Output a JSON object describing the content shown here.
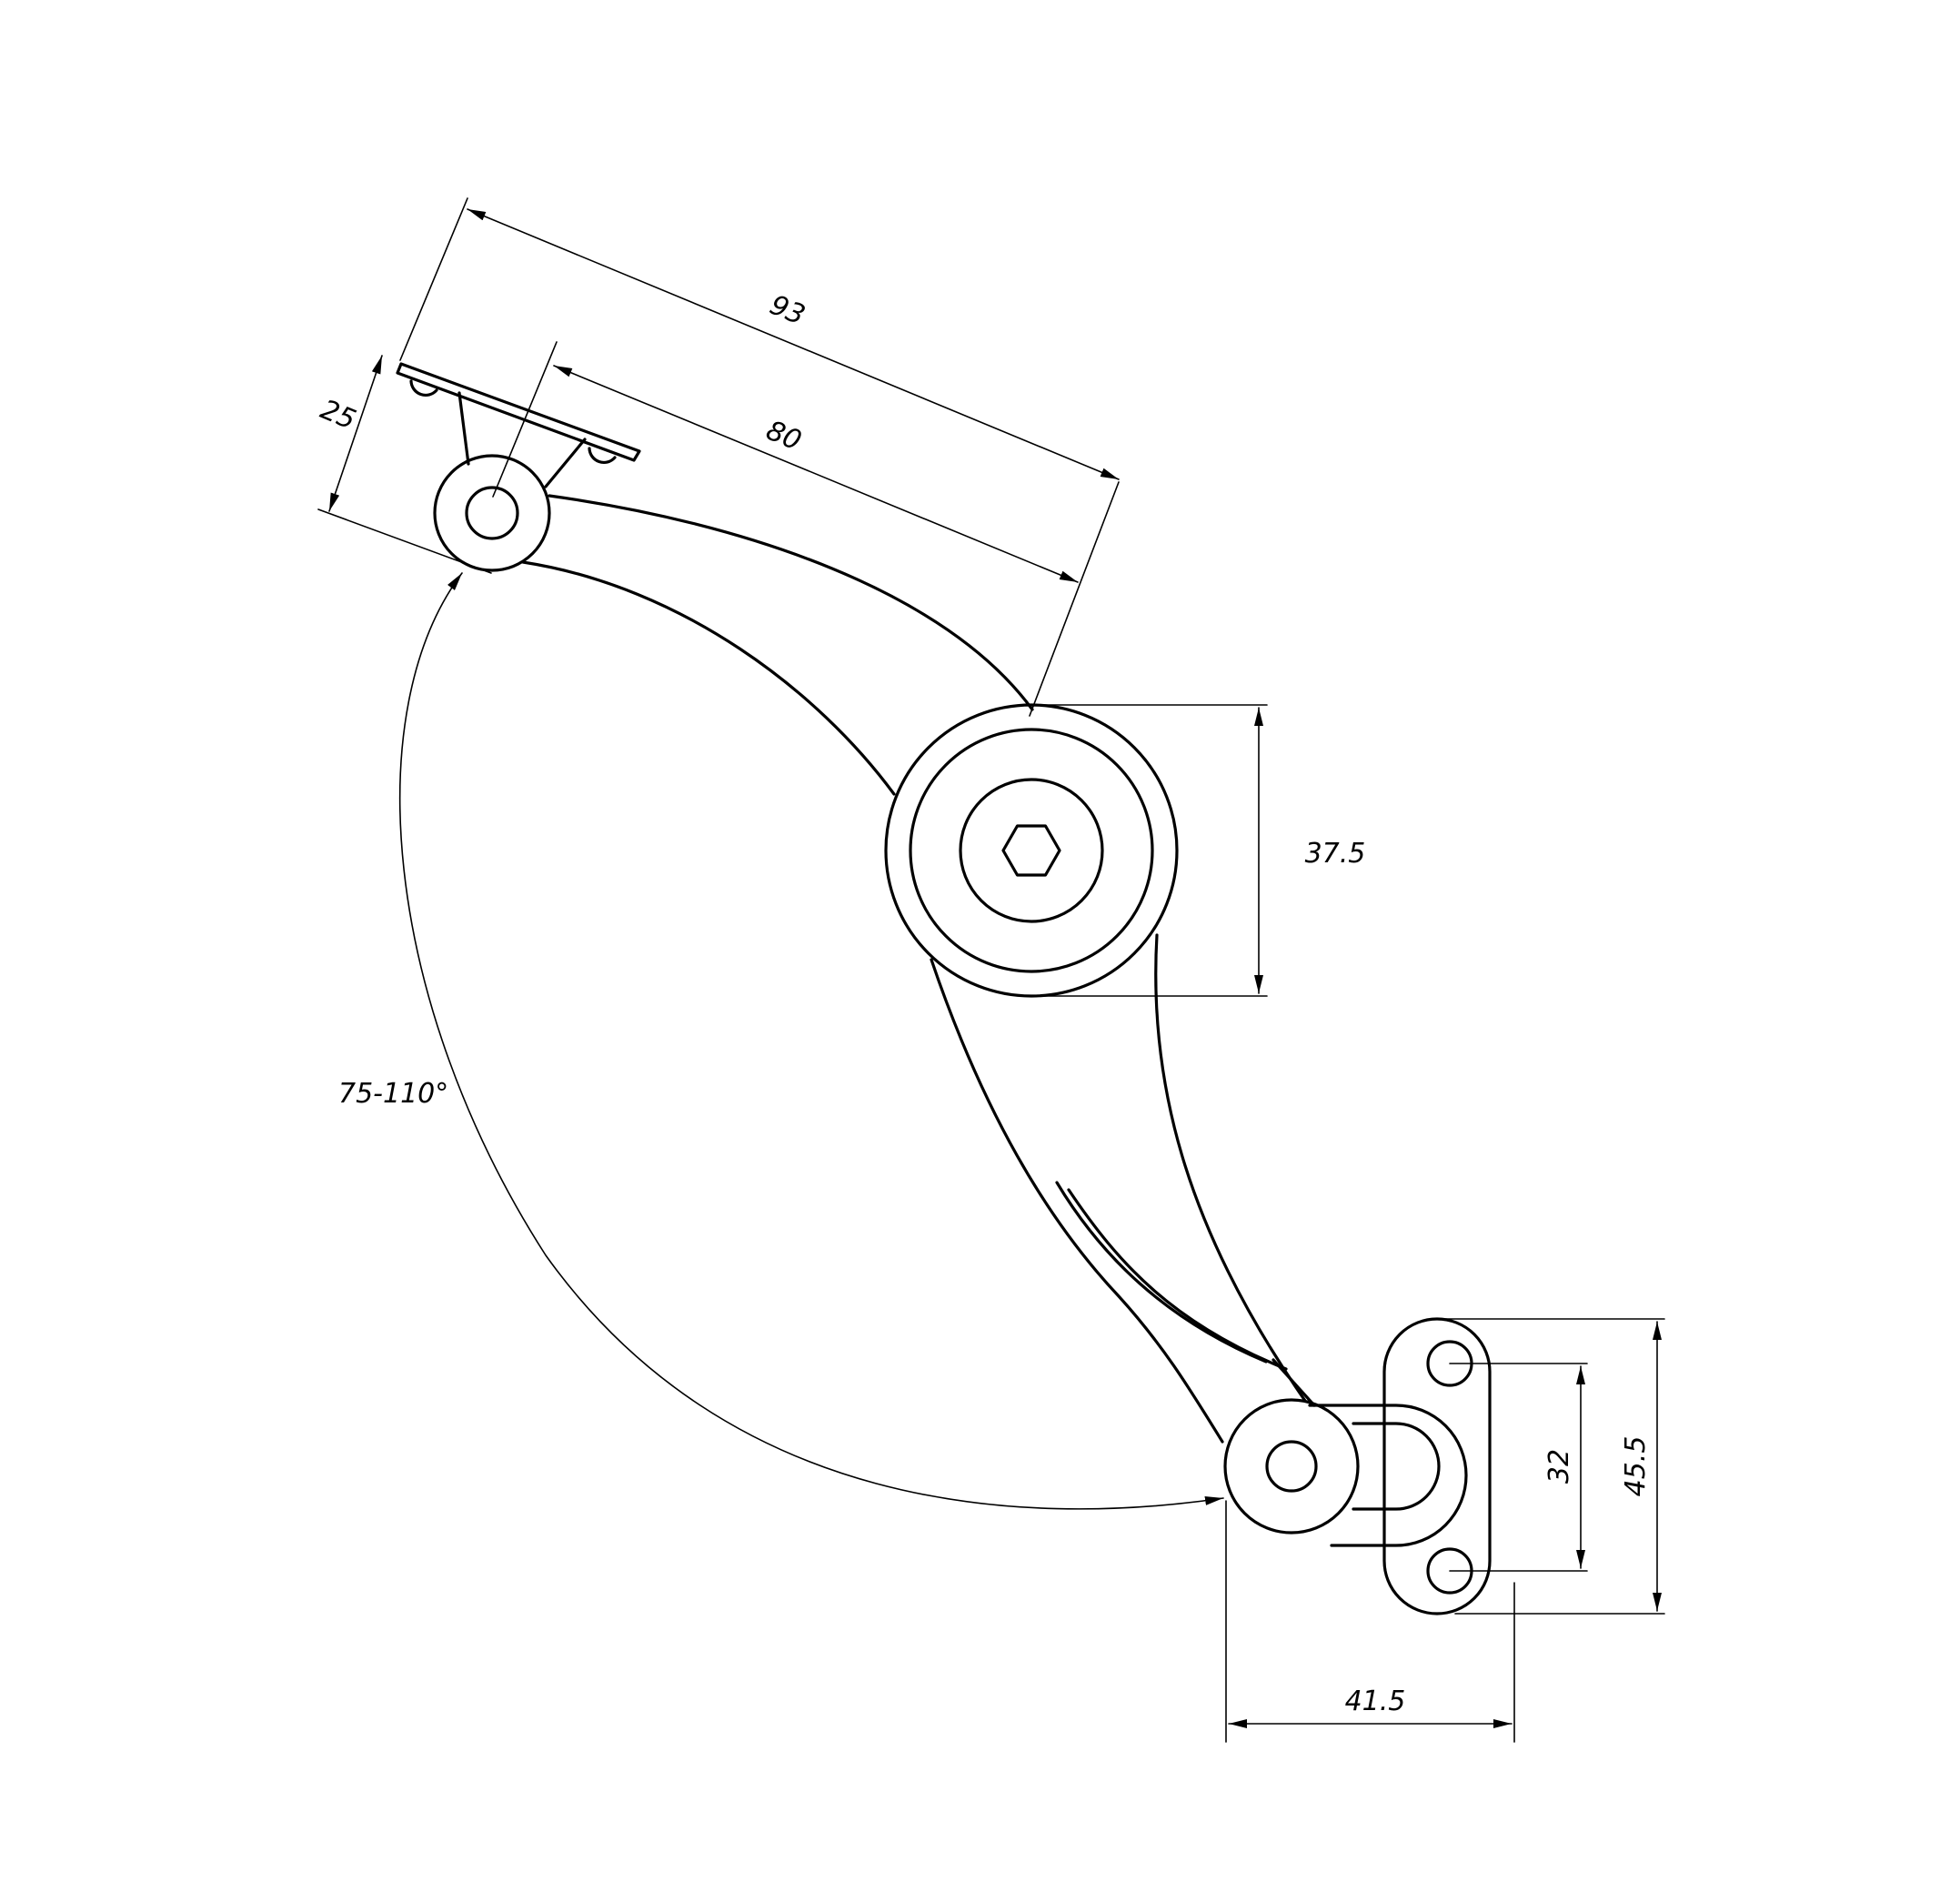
{
  "dimensions": {
    "d93": "93",
    "d80": "80",
    "d25": "25",
    "d37_5": "37.5",
    "d32": "32",
    "d45_5": "45.5",
    "d41_5": "41.5",
    "angle": "75-110°"
  },
  "icons": {
    "center_bolt": "hex-socket-icon"
  }
}
